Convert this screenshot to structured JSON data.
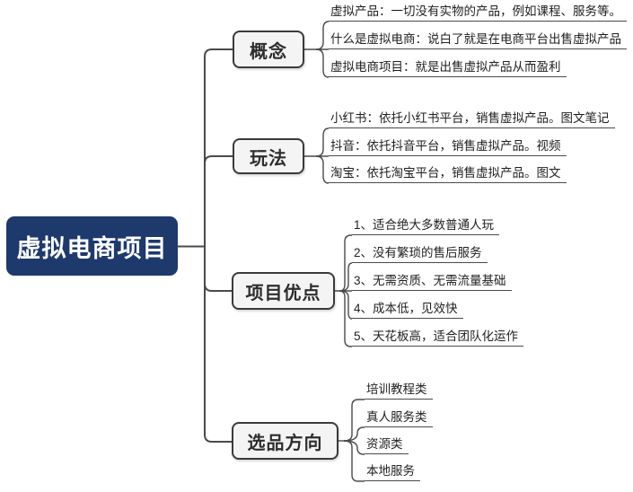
{
  "mindmap": {
    "root": {
      "label": "虚拟电商项目"
    },
    "branches": [
      {
        "label": "概念",
        "children": [
          "虚拟产品：一切没有实物的产品，例如课程、服务等。",
          "什么是虚拟电商：说白了就是在电商平台出售虚拟产品",
          "虚拟电商项目：就是出售虚拟产品从而盈利"
        ]
      },
      {
        "label": "玩法",
        "children": [
          "小红书：依托小红书平台，销售虚拟产品。图文笔记",
          "抖音：依托抖音平台，销售虚拟产品。视频",
          "淘宝：依托淘宝平台，销售虚拟产品。图文"
        ]
      },
      {
        "label": "项目优点",
        "children": [
          "1、适合绝大多数普通人玩",
          "2、没有繁琐的售后服务",
          "3、无需资质、无需流量基础",
          "4、成本低，见效快",
          "5、天花板高，适合团队化运作"
        ]
      },
      {
        "label": "选品方向",
        "children": [
          "培训教程类",
          "真人服务类",
          "资源类",
          "本地服务"
        ]
      }
    ],
    "colors": {
      "root_bg": "#1e3a6c",
      "root_text": "#ffffff",
      "branch_bg": "#f4f4f4",
      "branch_border": "#3a3a3a",
      "line": "#4a4a4a",
      "text": "#1f1f1f"
    }
  }
}
